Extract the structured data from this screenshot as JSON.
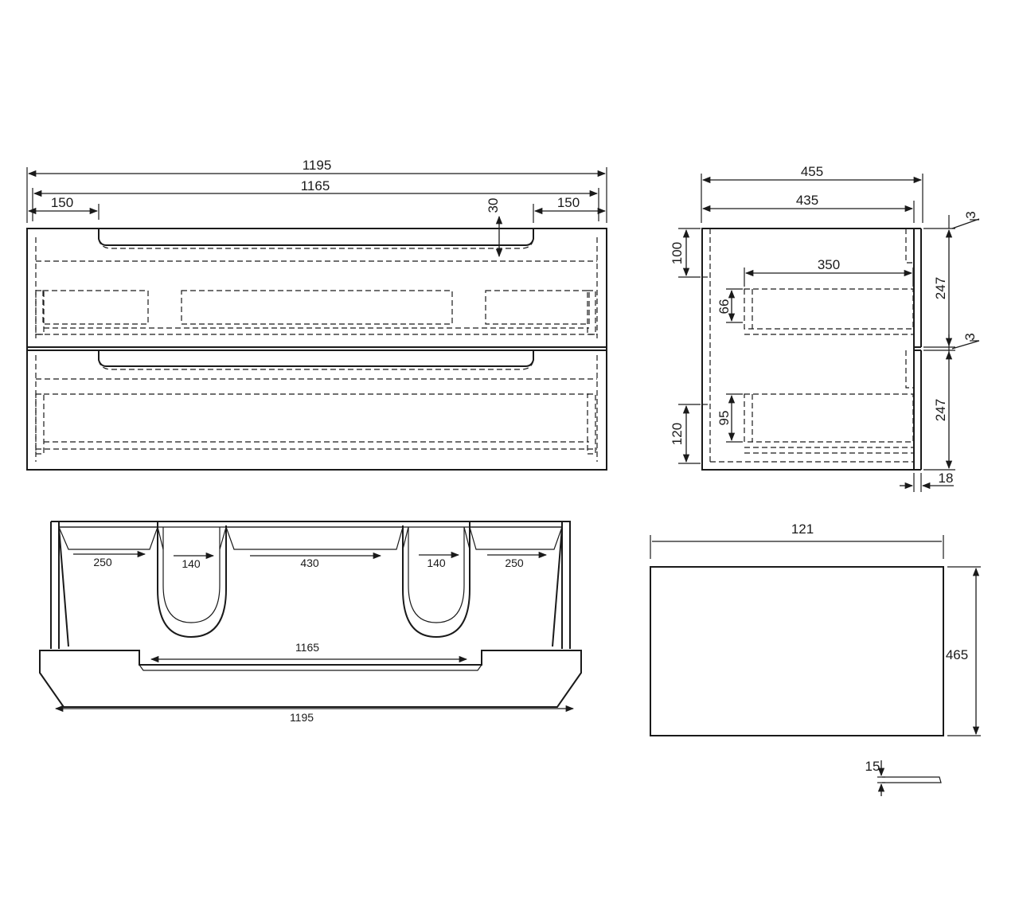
{
  "front_view": {
    "overall_width": "1195",
    "inner_width": "1165",
    "left_offset": "150",
    "right_offset": "150",
    "handle_depth": "30"
  },
  "side_view": {
    "overall_depth": "455",
    "inner_depth": "435",
    "drawer_depth": "350",
    "upper_notch": "100",
    "lower_notch": "120",
    "upper_drawer_side": "66",
    "lower_drawer_side": "95",
    "upper_front_height": "247",
    "lower_front_height": "247",
    "top_gap": "3",
    "middle_gap": "3",
    "front_thickness": "18"
  },
  "basin_view": {
    "left_shelf": "250",
    "left_cutout": "140",
    "center_shelf": "430",
    "right_cutout": "140",
    "right_shelf": "250",
    "inner_width": "1165",
    "overall_width": "1195"
  },
  "panel_view": {
    "width": "121",
    "height": "465",
    "thickness": "15"
  }
}
